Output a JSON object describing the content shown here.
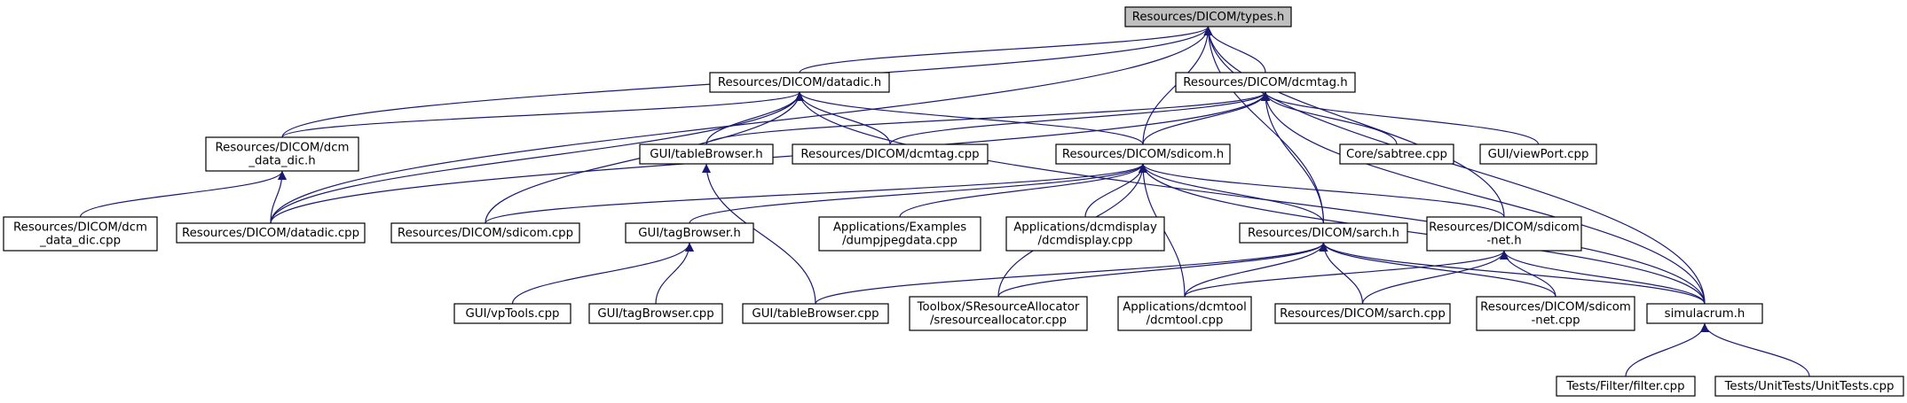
{
  "colors": {
    "edge": "#191970",
    "root_fill": "#bfbfbf",
    "node_fill": "#ffffff",
    "node_stroke": "#000000"
  },
  "nodes": [
    {
      "id": "types_h",
      "lines": [
        "Resources/DICOM/types.h"
      ],
      "root": true
    },
    {
      "id": "datadic_h",
      "lines": [
        "Resources/DICOM/datadic.h"
      ]
    },
    {
      "id": "dcmtag_h",
      "lines": [
        "Resources/DICOM/dcmtag.h"
      ]
    },
    {
      "id": "dcm_data_dic_h",
      "lines": [
        "Resources/DICOM/dcm",
        "_data_dic.h"
      ]
    },
    {
      "id": "tableBrowser_h",
      "lines": [
        "GUI/tableBrowser.h"
      ]
    },
    {
      "id": "dcmtag_cpp",
      "lines": [
        "Resources/DICOM/dcmtag.cpp"
      ]
    },
    {
      "id": "sdicom_h",
      "lines": [
        "Resources/DICOM/sdicom.h"
      ]
    },
    {
      "id": "sabtree_cpp",
      "lines": [
        "Core/sabtree.cpp"
      ]
    },
    {
      "id": "viewPort_cpp",
      "lines": [
        "GUI/viewPort.cpp"
      ]
    },
    {
      "id": "dcm_data_dic_cpp",
      "lines": [
        "Resources/DICOM/dcm",
        "_data_dic.cpp"
      ]
    },
    {
      "id": "datadic_cpp",
      "lines": [
        "Resources/DICOM/datadic.cpp"
      ]
    },
    {
      "id": "sdicom_cpp",
      "lines": [
        "Resources/DICOM/sdicom.cpp"
      ]
    },
    {
      "id": "tagBrowser_h",
      "lines": [
        "GUI/tagBrowser.h"
      ]
    },
    {
      "id": "dumpjpegdata_cpp",
      "lines": [
        "Applications/Examples",
        "/dumpjpegdata.cpp"
      ]
    },
    {
      "id": "dcmdisplay_cpp",
      "lines": [
        "Applications/dcmdisplay",
        "/dcmdisplay.cpp"
      ]
    },
    {
      "id": "sarch_h",
      "lines": [
        "Resources/DICOM/sarch.h"
      ]
    },
    {
      "id": "sdicom_net_h",
      "lines": [
        "Resources/DICOM/sdicom",
        "-net.h"
      ]
    },
    {
      "id": "vpTools_cpp",
      "lines": [
        "GUI/vpTools.cpp"
      ]
    },
    {
      "id": "tagBrowser_cpp",
      "lines": [
        "GUI/tagBrowser.cpp"
      ]
    },
    {
      "id": "tableBrowser_cpp",
      "lines": [
        "GUI/tableBrowser.cpp"
      ]
    },
    {
      "id": "sresourceallocator_cpp",
      "lines": [
        "Toolbox/SResourceAllocator",
        "/sresourceallocator.cpp"
      ]
    },
    {
      "id": "dcmtool_cpp",
      "lines": [
        "Applications/dcmtool",
        "/dcmtool.cpp"
      ]
    },
    {
      "id": "sarch_cpp",
      "lines": [
        "Resources/DICOM/sarch.cpp"
      ]
    },
    {
      "id": "sdicom_net_cpp",
      "lines": [
        "Resources/DICOM/sdicom",
        "-net.cpp"
      ]
    },
    {
      "id": "simulacrum_h",
      "lines": [
        "simulacrum.h"
      ]
    },
    {
      "id": "filter_cpp",
      "lines": [
        "Tests/Filter/filter.cpp"
      ]
    },
    {
      "id": "UnitTests_cpp",
      "lines": [
        "Tests/UnitTests/UnitTests.cpp"
      ]
    }
  ],
  "edges": [
    [
      "datadic_h",
      "types_h"
    ],
    [
      "dcmtag_h",
      "types_h"
    ],
    [
      "dcm_data_dic_h",
      "types_h"
    ],
    [
      "datadic_cpp",
      "types_h"
    ],
    [
      "sdicom_h",
      "types_h"
    ],
    [
      "sarch_h",
      "types_h"
    ],
    [
      "sdicom_net_h",
      "types_h"
    ],
    [
      "simulacrum_h",
      "types_h"
    ],
    [
      "dcm_data_dic_h",
      "datadic_h"
    ],
    [
      "tableBrowser_h",
      "datadic_h"
    ],
    [
      "dcmtag_cpp",
      "datadic_h"
    ],
    [
      "sdicom_h",
      "datadic_h"
    ],
    [
      "datadic_cpp",
      "datadic_h"
    ],
    [
      "sdicom_cpp",
      "datadic_h"
    ],
    [
      "simulacrum_h",
      "datadic_h"
    ],
    [
      "tableBrowser_h",
      "dcmtag_h"
    ],
    [
      "dcmtag_cpp",
      "dcmtag_h"
    ],
    [
      "sdicom_h",
      "dcmtag_h"
    ],
    [
      "sabtree_cpp",
      "dcmtag_h"
    ],
    [
      "viewPort_cpp",
      "dcmtag_h"
    ],
    [
      "datadic_cpp",
      "dcmtag_h"
    ],
    [
      "sarch_h",
      "dcmtag_h"
    ],
    [
      "simulacrum_h",
      "dcmtag_h"
    ],
    [
      "dcm_data_dic_cpp",
      "dcm_data_dic_h"
    ],
    [
      "datadic_cpp",
      "dcm_data_dic_h"
    ],
    [
      "tableBrowser_cpp",
      "tableBrowser_h"
    ],
    [
      "sdicom_cpp",
      "sdicom_h"
    ],
    [
      "tagBrowser_h",
      "sdicom_h"
    ],
    [
      "dumpjpegdata_cpp",
      "sdicom_h"
    ],
    [
      "dcmdisplay_cpp",
      "sdicom_h"
    ],
    [
      "sarch_h",
      "sdicom_h"
    ],
    [
      "sdicom_net_h",
      "sdicom_h"
    ],
    [
      "sresourceallocator_cpp",
      "sdicom_h"
    ],
    [
      "dcmtool_cpp",
      "sdicom_h"
    ],
    [
      "simulacrum_h",
      "sdicom_h"
    ],
    [
      "vpTools_cpp",
      "tagBrowser_h"
    ],
    [
      "tagBrowser_cpp",
      "tagBrowser_h"
    ],
    [
      "tableBrowser_cpp",
      "sarch_h"
    ],
    [
      "sresourceallocator_cpp",
      "sarch_h"
    ],
    [
      "dcmtool_cpp",
      "sarch_h"
    ],
    [
      "sarch_cpp",
      "sarch_h"
    ],
    [
      "sdicom_net_cpp",
      "sarch_h"
    ],
    [
      "simulacrum_h",
      "sarch_h"
    ],
    [
      "dcmtool_cpp",
      "sdicom_net_h"
    ],
    [
      "sarch_cpp",
      "sdicom_net_h"
    ],
    [
      "sdicom_net_cpp",
      "sdicom_net_h"
    ],
    [
      "simulacrum_h",
      "sdicom_net_h"
    ],
    [
      "filter_cpp",
      "simulacrum_h"
    ],
    [
      "UnitTests_cpp",
      "simulacrum_h"
    ]
  ]
}
